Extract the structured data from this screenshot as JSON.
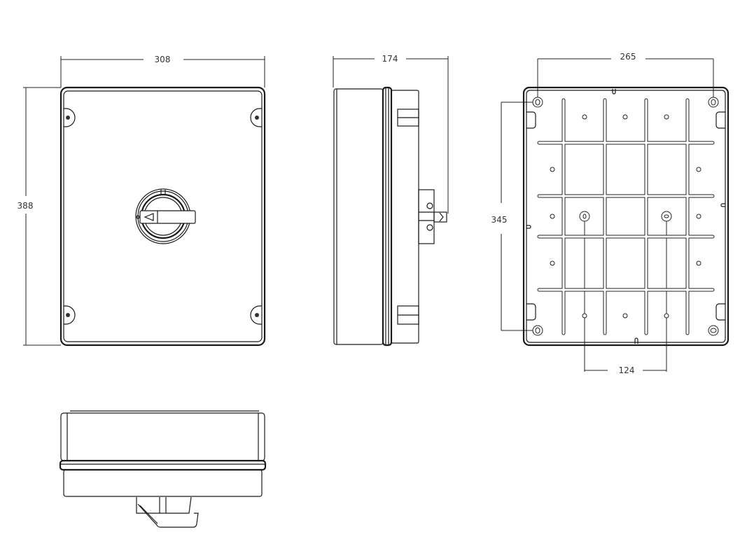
{
  "drawing": {
    "front_view": {
      "width_dim": "308",
      "height_dim": "388"
    },
    "side_view": {
      "depth_dim": "174"
    },
    "back_view": {
      "hole_spacing_horizontal": "265",
      "hole_spacing_vertical": "345",
      "center_hole_spacing": "124"
    }
  }
}
